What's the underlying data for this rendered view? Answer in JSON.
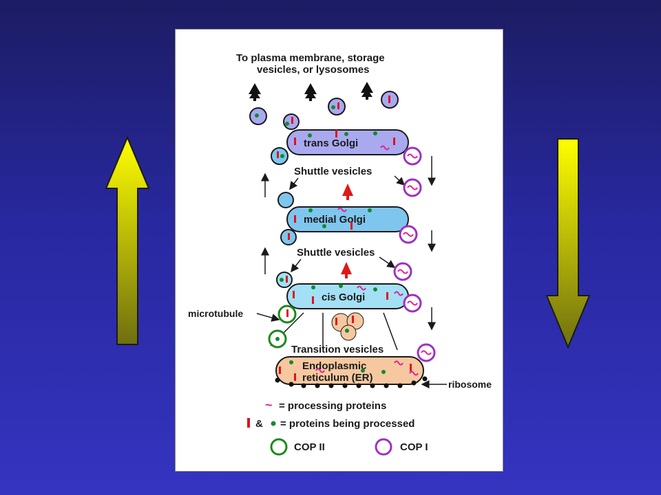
{
  "diagram": {
    "top_label_line1": "To plasma membrane, storage",
    "top_label_line2": "vesicles, or lysosomes",
    "compartments": {
      "trans": "trans Golgi",
      "medial": "medial Golgi",
      "cis": "cis Golgi",
      "er_line1": "Endoplasmic",
      "er_line2": "reticulum (ER)"
    },
    "shuttle_upper": "Shuttle vesicles",
    "shuttle_lower": "Shuttle vesicles",
    "transition": "Transition vesicles",
    "microtubule": "microtubule",
    "ribosome": "ribosome",
    "legend": {
      "tilde": "~",
      "processing": "= processing proteins",
      "amp": "&",
      "processed": "= proteins being processed",
      "cop2": "COP II",
      "cop1": "COP I"
    },
    "colors": {
      "trans": "#a9a9f0",
      "golgi": "#7fc6ee",
      "cis": "#a3e0f5",
      "er": "#f5c8a0",
      "cop_ii": "#1a8a1a",
      "cop_i": "#a030c0",
      "protein_red": "#e01020",
      "protein_green": "#108a30",
      "processing_pink": "#e0209a",
      "shuttle_arrow_red": "#e01818",
      "side_arrow_yellow": "#ffff00",
      "side_arrow_olive": "#6f6f10"
    },
    "side_arrows": [
      "up-arrow",
      "down-arrow"
    ]
  }
}
